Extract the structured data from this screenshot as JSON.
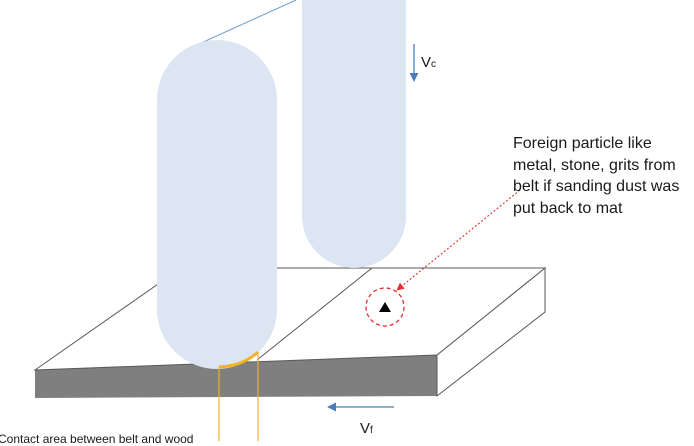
{
  "labels": {
    "vc_main": "V",
    "vc_sub": "c",
    "vf_main": "V",
    "vf_sub": "f",
    "particle_note": "Foreign particle like metal, stone, grits from belt if sanding dust was put back to mat",
    "bottom_caption": "Contact area between belt and wood"
  },
  "colors": {
    "belt_fill": "#dce6f2",
    "belt_line": "#6f9fce",
    "workpiece_outline": "#595959",
    "workpiece_side": "#7f7f7f",
    "arrow": "#4a7ebb",
    "contact_arc": "#f0b323",
    "contact_lines": "#f0b323",
    "particle_circle": "#e03030",
    "particle": "#000000"
  }
}
